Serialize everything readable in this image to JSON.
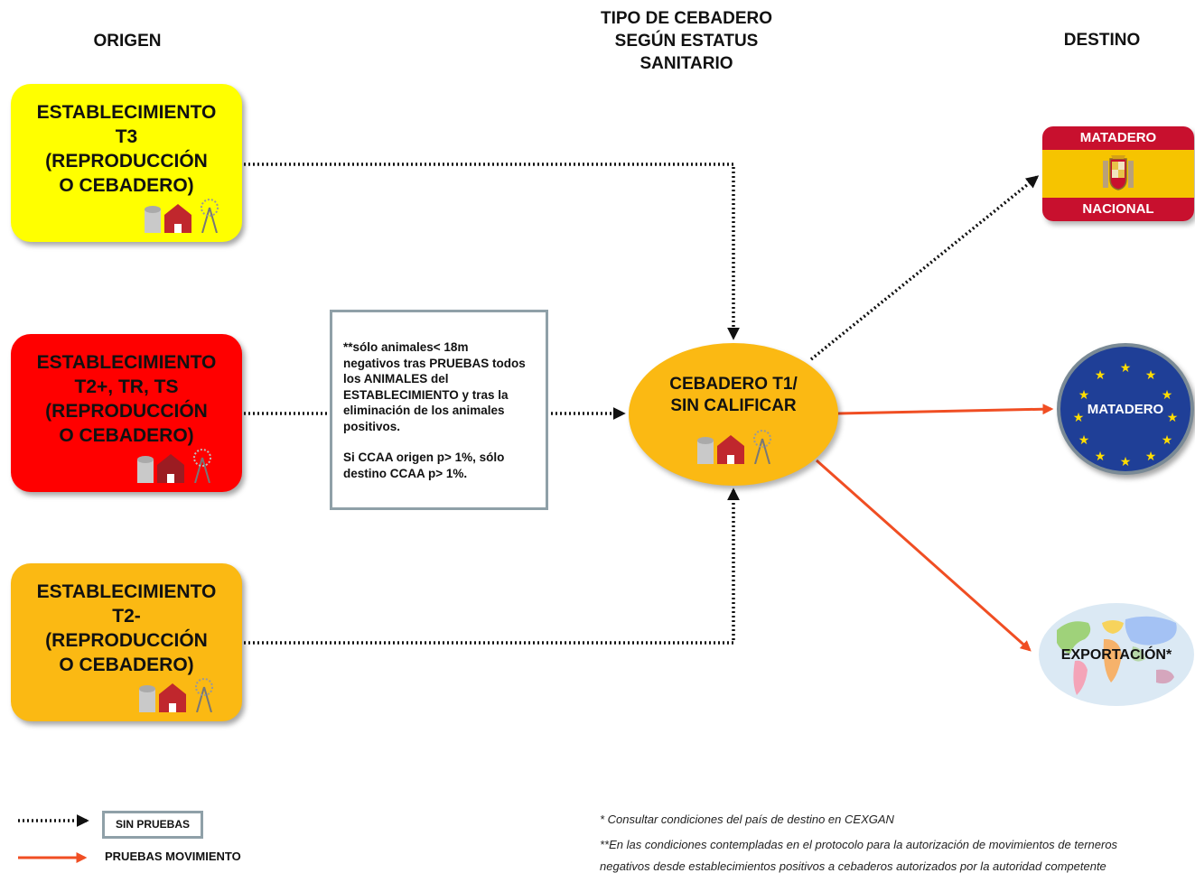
{
  "headers": {
    "origin": "ORIGEN",
    "type": [
      "TIPO DE CEBADERO",
      "SEGÚN ESTATUS",
      "SANITARIO"
    ],
    "destination": "DESTINO"
  },
  "origins": [
    {
      "lines": [
        "ESTABLECIMIENTO",
        "T3",
        "(REPRODUCCIÓN",
        "O CEBADERO)"
      ],
      "color": "#ffff00"
    },
    {
      "lines": [
        "ESTABLECIMIENTO",
        "T2+, TR, TS",
        "(REPRODUCCIÓN",
        "O CEBADERO)"
      ],
      "color": "#ff0000"
    },
    {
      "lines": [
        "ESTABLECIMIENTO",
        "T2-",
        "(REPRODUCCIÓN",
        "O CEBADERO)"
      ],
      "color": "#fbb913"
    }
  ],
  "note": {
    "lines": [
      "**sólo animales< 18m",
      "negativos tras PRUEBAS todos",
      "los ANIMALES del",
      "ESTABLECIMIENTO y tras la",
      "eliminación de los animales",
      "positivos."
    ],
    "lines2": [
      "Si CCAA origen p> 1%, sólo",
      "destino CCAA p> 1%."
    ]
  },
  "center": {
    "lines": [
      "CEBADERO T1/",
      "SIN CALIFICAR"
    ],
    "color": "#fbb913"
  },
  "destinations": {
    "spain": {
      "top": "MATADERO",
      "bottom": "NACIONAL"
    },
    "eu": {
      "label": "MATADERO"
    },
    "world": {
      "label": "EXPORTACIÓN*"
    }
  },
  "legend": {
    "dotted": "SIN PRUEBAS",
    "solid": "PRUEBAS MOVIMIENTO"
  },
  "footnotes": {
    "one": "* Consultar condiciones del país de destino en CEXGAN",
    "two": "**En las condiciones contempladas en el protocolo para la autorización de movimientos de terneros",
    "three": "negativos desde establecimientos positivos a cebaderos autorizados por la autoridad competente"
  },
  "colors": {
    "dotted_arrow": "#111111",
    "solid_arrow": "#f04e23",
    "note_border": "#8fa0a8"
  },
  "icons": [
    "farm-icon",
    "spain-coat-of-arms-icon",
    "eu-stars-icon",
    "world-map-icon"
  ]
}
